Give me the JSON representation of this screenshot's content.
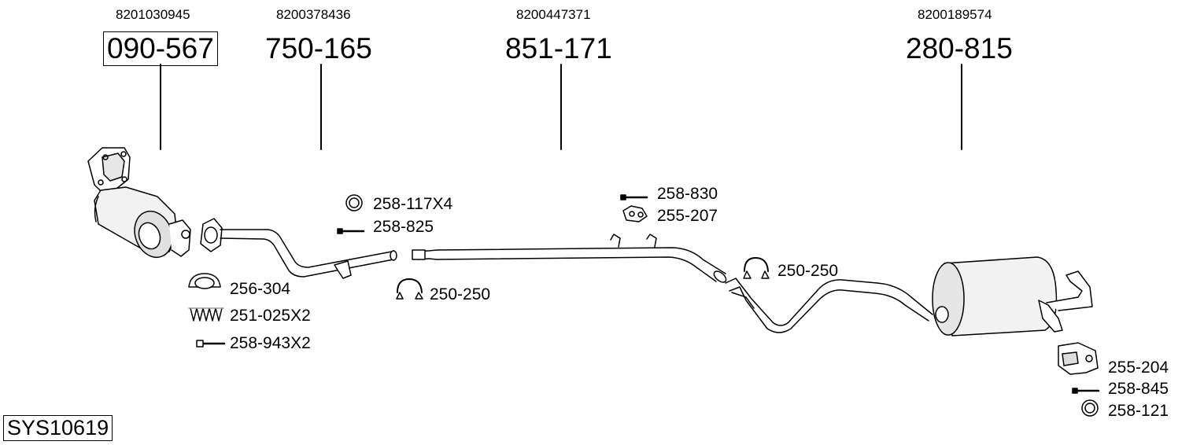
{
  "system_id": "SYS10619",
  "main_parts": [
    {
      "part_no": "090-567",
      "oem": "8201030945",
      "boxed": true
    },
    {
      "part_no": "750-165",
      "oem": "8200378436",
      "boxed": false
    },
    {
      "part_no": "851-171",
      "oem": "8200447371",
      "boxed": false
    },
    {
      "part_no": "280-815",
      "oem": "8200189574",
      "boxed": false
    }
  ],
  "accessories": [
    {
      "label": "258-117X4",
      "icon": "ring-gasket-icon"
    },
    {
      "label": "258-825",
      "icon": "bolt-icon"
    },
    {
      "label": "250-250",
      "icon": "clamp-icon"
    },
    {
      "label": "256-304",
      "icon": "flange-gasket-icon"
    },
    {
      "label": "251-025X2",
      "icon": "spring-icon"
    },
    {
      "label": "258-943X2",
      "icon": "bolt-icon"
    },
    {
      "label": "258-830",
      "icon": "bolt-icon"
    },
    {
      "label": "255-207",
      "icon": "rubber-mount-icon"
    },
    {
      "label": "250-250",
      "icon": "clamp-icon"
    },
    {
      "label": "255-204",
      "icon": "bracket-icon"
    },
    {
      "label": "258-845",
      "icon": "bolt-icon"
    },
    {
      "label": "258-121",
      "icon": "ring-gasket-icon"
    }
  ]
}
